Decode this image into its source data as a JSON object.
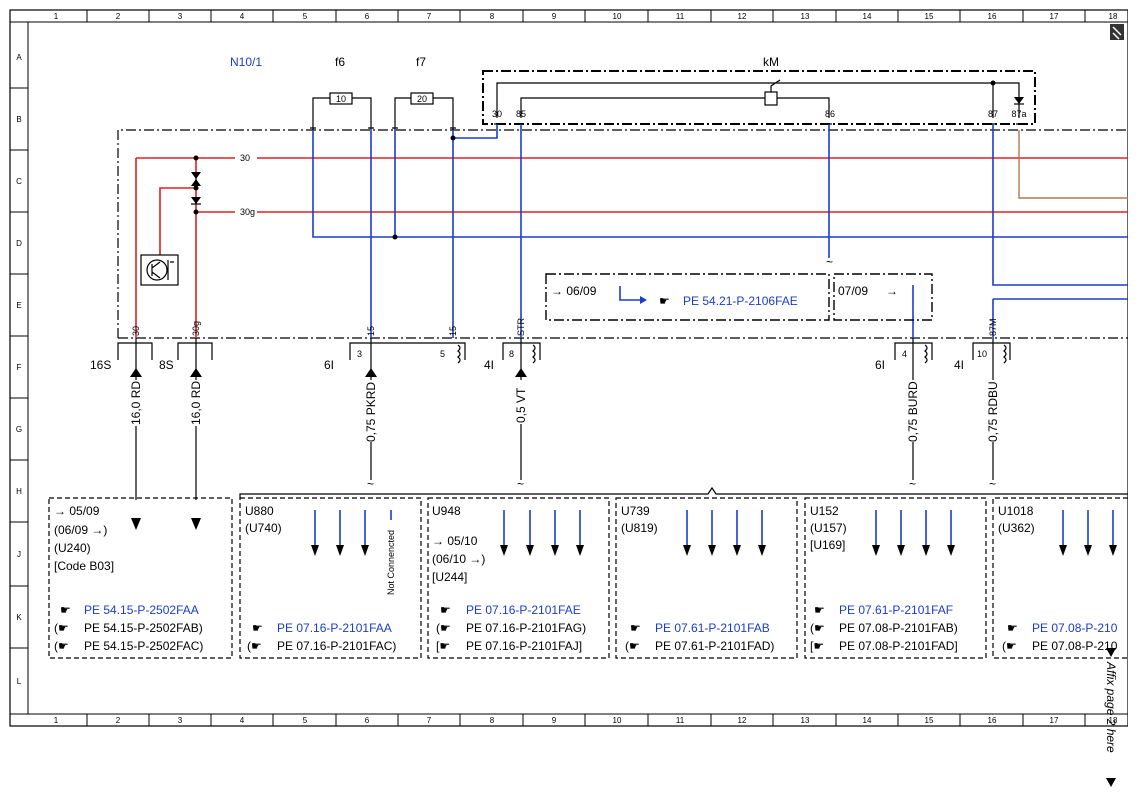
{
  "grid": {
    "columns": [
      "1",
      "2",
      "3",
      "4",
      "5",
      "6",
      "7",
      "8",
      "9",
      "10",
      "11",
      "12",
      "13",
      "14",
      "15",
      "16",
      "17",
      "18"
    ],
    "rows": [
      "A",
      "B",
      "C",
      "D",
      "E",
      "F",
      "G",
      "H",
      "J",
      "K",
      "L"
    ]
  },
  "components": {
    "n10": "N10/1",
    "f6": "f6",
    "f7": "f7",
    "f6_rating": "10",
    "f7_rating": "20",
    "km": "kM",
    "km_pins": [
      "30",
      "85",
      "86",
      "87",
      "87a"
    ]
  },
  "bus": {
    "line30": "30",
    "line30g": "30g"
  },
  "connector_pins": {
    "p30": "30",
    "p30g": "30g",
    "p15a": "15",
    "p15b": "15",
    "str": "STR",
    "p87m": "87M"
  },
  "connectors": {
    "c16s": "16S",
    "c8s": "8S",
    "c6i_a": "6I",
    "c4i_a": "4I",
    "c6i_b": "6I",
    "c4i_b": "4I",
    "pin3": "3",
    "pin5": "5",
    "pin8": "8",
    "pin4": "4",
    "pin10": "10"
  },
  "wires": {
    "w1": "16,0 RD",
    "w2": "16,0 RD",
    "w3": "0,75 PKRD",
    "w4": "0,5 VT",
    "w5": "0,75 BURD",
    "w6": "0,75 RDBU"
  },
  "variant_boxes": {
    "v1_date": "06/09",
    "v1_ref": "PE 54.21-P-2106FAE",
    "v2_date": "07/09"
  },
  "boxes": {
    "b1": {
      "l1": "05/09",
      "l2": "(06/09",
      "l3": "(U240)",
      "l4": "[Code B03]",
      "r1": "PE 54.15-P-2502FAA",
      "r2": "PE 54.15-P-2502FAB)",
      "r3": "PE 54.15-P-2502FAC)"
    },
    "b2": {
      "l1": "U880",
      "l2": "(U740)",
      "nc": "Not Connencted",
      "r1": "PE 07.16-P-2101FAA",
      "r2": "PE 07.16-P-2101FAC)"
    },
    "b3": {
      "l1": "U948",
      "l2": "05/10",
      "l3": "(06/10",
      "l4": "[U244]",
      "r1": "PE 07.16-P-2101FAE",
      "r2": "PE 07.16-P-2101FAG)",
      "r3": "PE 07.16-P-2101FAJ]"
    },
    "b4": {
      "l1": "U739",
      "l2": "(U819)",
      "r1": "PE 07.61-P-2101FAB",
      "r2": "PE 07.61-P-2101FAD)"
    },
    "b5": {
      "l1": "U152",
      "l2": "(U157)",
      "l3": "[U169]",
      "r1": "PE 07.61-P-2101FAF",
      "r2": "PE 07.08-P-2101FAB)",
      "r3": "PE 07.08-P-2101FAD]"
    },
    "b6": {
      "l1": "U1018",
      "l2": "(U362)",
      "r1": "PE 07.08-P-210",
      "r2": "PE 07.08-P-210"
    }
  },
  "affix_note": "Affix page 2 here",
  "colors": {
    "red": "#e02020",
    "blue": "#1a3dcc",
    "brown": "#b07a4a",
    "black": "#000000"
  }
}
